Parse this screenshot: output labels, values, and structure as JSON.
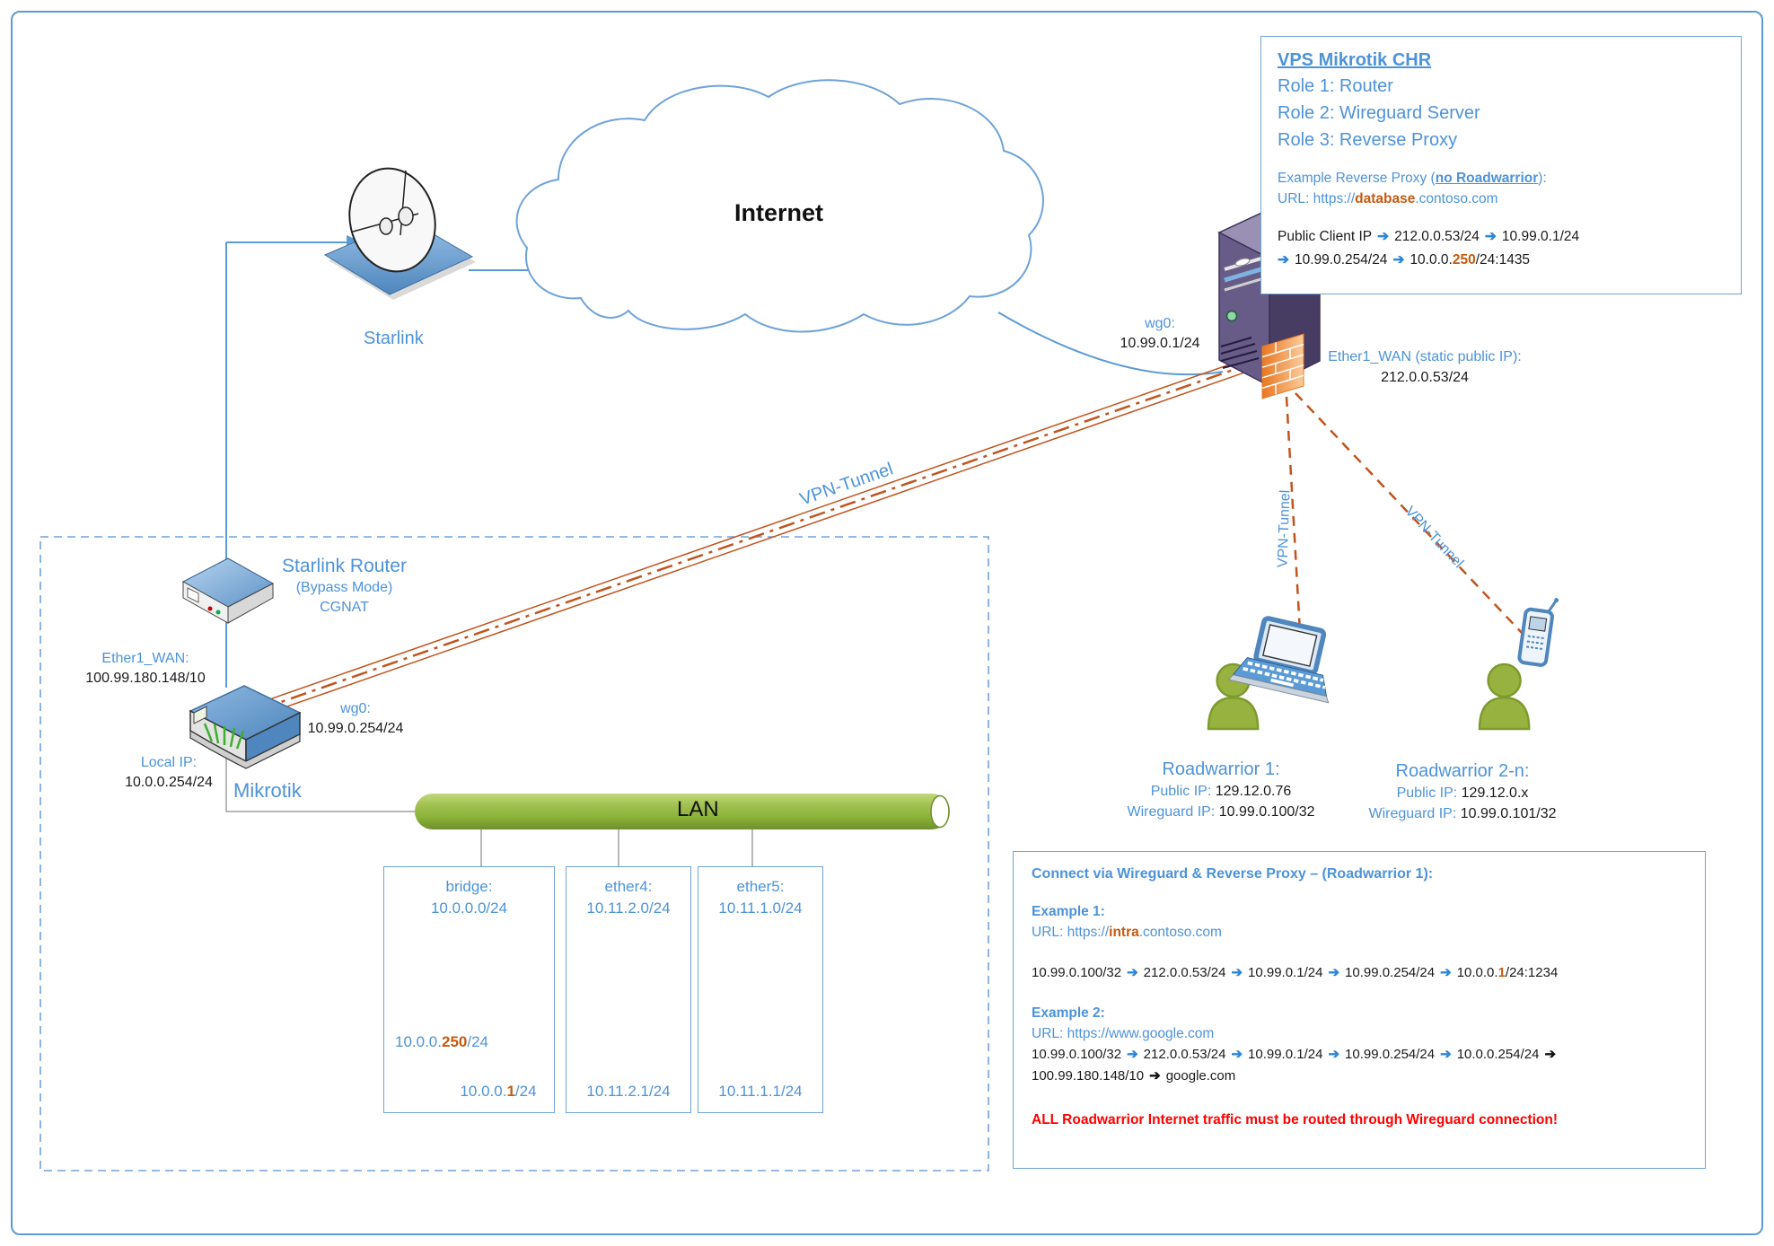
{
  "icons": {
    "arrow": "➔"
  },
  "internet": {
    "label": "Internet"
  },
  "starlink": {
    "label": "Starlink"
  },
  "starlink_router": {
    "title": "Starlink Router",
    "mode": "(Bypass Mode)",
    "nat": "CGNAT"
  },
  "mikrotik": {
    "name": "Mikrotik",
    "wan_label": "Ether1_WAN:",
    "wan_ip": "100.99.180.148/10",
    "wg_label": "wg0:",
    "wg_ip": "10.99.0.254/24",
    "local_label": "Local IP:",
    "local_ip": "10.0.0.254/24"
  },
  "vps_server": {
    "wg_label": "wg0:",
    "wg_ip": "10.99.0.1/24",
    "wan_label": "Ether1_WAN (static public IP):",
    "wan_ip": "212.0.0.53/24"
  },
  "tunnel": {
    "main": "VPN-Tunnel",
    "rw1": "VPN-Tunnel",
    "rw2": "VPN-Tunnel"
  },
  "lan": {
    "pipe": "LAN",
    "bridge": {
      "name": "bridge:",
      "subnet": "10.0.0.0/24",
      "host1_pre": "10.0.0.",
      "host1_hl": "250",
      "host1_suf": "/24",
      "host2_pre": "10.0.0.",
      "host2_hl": "1",
      "host2_suf": "/24"
    },
    "ether4": {
      "name": "ether4:",
      "subnet": "10.11.2.0/24",
      "host": "10.11.2.1/24"
    },
    "ether5": {
      "name": "ether5:",
      "subnet": "10.11.1.0/24",
      "host": "10.11.1.1/24"
    }
  },
  "rw1": {
    "title": "Roadwarrior 1:",
    "pub_label": "Public IP:",
    "pub_ip": "129.12.0.76",
    "wg_label": "Wireguard IP:",
    "wg_ip": "10.99.0.100/32"
  },
  "rw2": {
    "title": "Roadwarrior 2-n:",
    "pub_label": "Public IP:",
    "pub_ip": "129.12.0.x",
    "wg_label": "Wireguard IP:",
    "wg_ip": "10.99.0.101/32"
  },
  "vps_box": {
    "title": "VPS Mikrotik CHR",
    "role1": "Role 1: Router",
    "role2": "Role 2: Wireguard Server",
    "role3": "Role 3: Reverse Proxy",
    "example_pre": "Example Reverse Proxy (",
    "example_em": "no Roadwarrior",
    "example_suf": "):",
    "url_pre": "URL: https://",
    "url_em": "database",
    "url_suf": ".contoso.com",
    "chain1_t0": "Public Client IP",
    "chain1_t1": "212.0.0.53/24",
    "chain1_t2": "10.99.0.1/24",
    "chain2_t1": "10.99.0.254/24",
    "chain2_pre": "10.0.0.",
    "chain2_hl": "250",
    "chain2_suf": "/24:1435"
  },
  "connect_box": {
    "title": "Connect via Wireguard & Reverse Proxy – (Roadwarrior 1):",
    "ex1_label": "Example 1:",
    "ex1_url_pre": "URL: https://",
    "ex1_url_em": "intra",
    "ex1_url_suf": ".contoso.com",
    "ex1_t1": "10.99.0.100/32",
    "ex1_t2": "212.0.0.53/24",
    "ex1_t3": "10.99.0.1/24",
    "ex1_t4": "10.99.0.254/24",
    "ex1_pre": "10.0.0.",
    "ex1_hl": "1",
    "ex1_suf": "/24:1234",
    "ex2_label": "Example 2:",
    "ex2_url": "URL: https://www.google.com",
    "ex2_t1": "10.99.0.100/32",
    "ex2_t2": "212.0.0.53/24",
    "ex2_t3": "10.99.0.1/24",
    "ex2_t4": "10.99.0.254/24",
    "ex2_t5": "10.0.0.254/24",
    "ex2_t6": "100.99.180.148/10",
    "ex2_t7": "google.com",
    "warning": "ALL Roadwarrior Internet traffic must be routed through Wireguard connection!"
  },
  "colors": {
    "accent_blue": "#4D93D9",
    "arrow_blue": "#2E86D8",
    "highlight_orange": "#C55A11",
    "tunnel_orange": "#C0541E",
    "warning_red": "#FF0000",
    "lan_green": "#8CB33A",
    "server_purple": "#675C87"
  }
}
